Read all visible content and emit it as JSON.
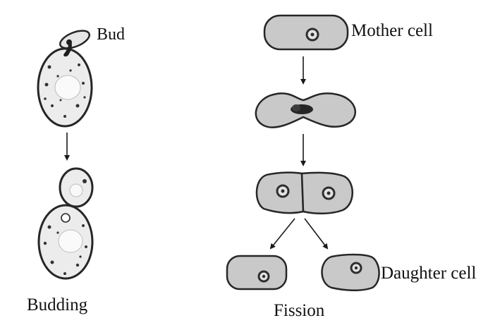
{
  "labels": {
    "bud": "Bud",
    "budding": "Budding",
    "mother_cell": "Mother cell",
    "daughter_cell": "Daughter cell",
    "fission": "Fission"
  },
  "colors": {
    "cell_fill": "#c9c9c9",
    "cell_outline": "#262626",
    "nucleus": "#3a3a3a",
    "vacuole": "#f4f4f4",
    "arrow": "#1a1a1a"
  }
}
